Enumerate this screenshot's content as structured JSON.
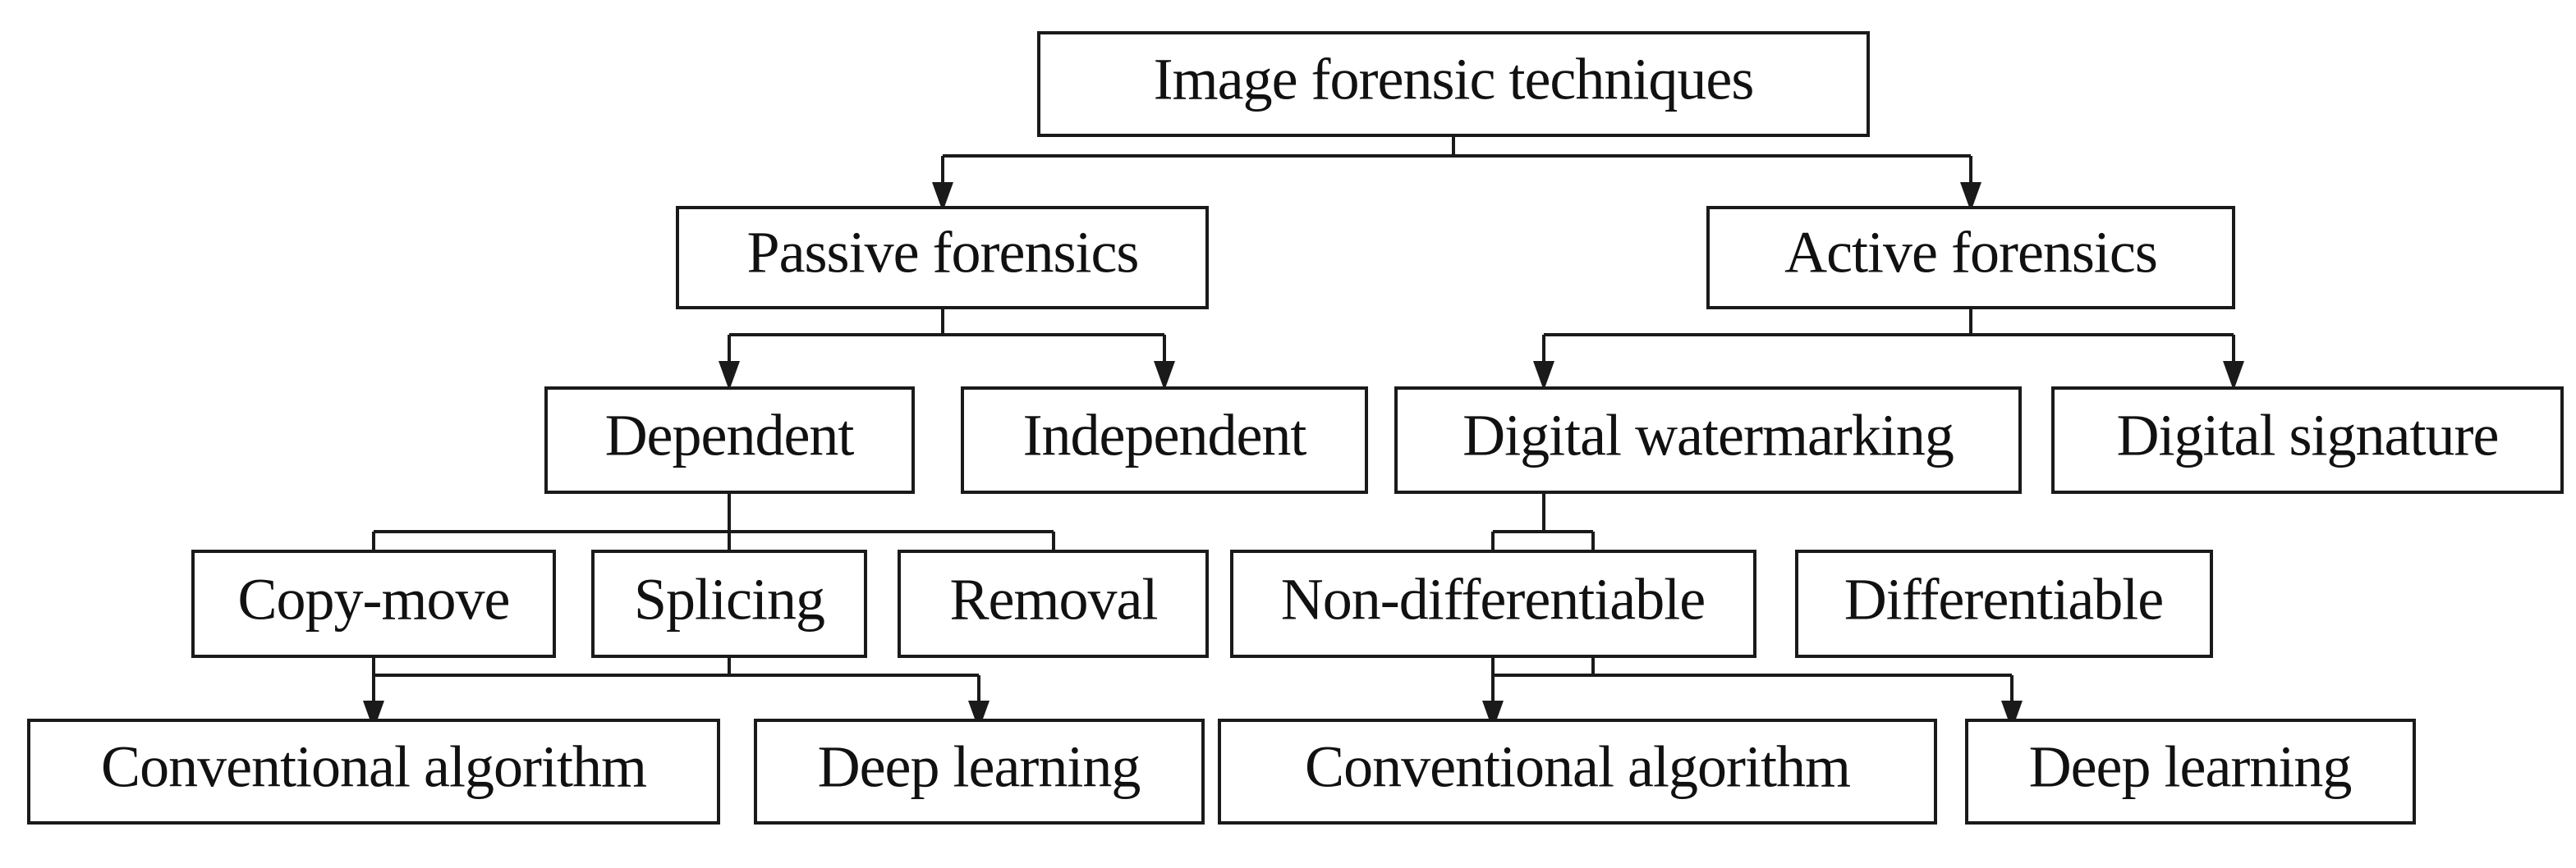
{
  "diagram": {
    "title": "Image forensic techniques",
    "type": "tree-taxonomy",
    "orientation": "top-down",
    "colors": {
      "box_fill": "#ffffff",
      "box_stroke": "#1a1a1a",
      "text": "#111111",
      "connector": "#1a1a1a",
      "background": "#ffffff"
    },
    "levels": [
      {
        "level": 1,
        "nodes": [
          {
            "id": "root",
            "label": "Image forensic techniques"
          }
        ]
      },
      {
        "level": 2,
        "nodes": [
          {
            "id": "passive",
            "label": "Passive forensics"
          },
          {
            "id": "active",
            "label": "Active forensics"
          }
        ]
      },
      {
        "level": 3,
        "nodes": [
          {
            "id": "dependent",
            "label": "Dependent"
          },
          {
            "id": "independent",
            "label": "Independent"
          },
          {
            "id": "watermarking",
            "label": "Digital watermarking"
          },
          {
            "id": "signature",
            "label": "Digital signature"
          }
        ]
      },
      {
        "level": 4,
        "nodes": [
          {
            "id": "copymove",
            "label": "Copy-move"
          },
          {
            "id": "splicing",
            "label": "Splicing"
          },
          {
            "id": "removal",
            "label": "Removal"
          },
          {
            "id": "nondiff",
            "label": "Non-differentiable"
          },
          {
            "id": "diff",
            "label": "Differentiable"
          }
        ]
      },
      {
        "level": 5,
        "nodes": [
          {
            "id": "conv_left",
            "label": "Conventional algorithm"
          },
          {
            "id": "deep_left",
            "label": "Deep learning"
          },
          {
            "id": "conv_right",
            "label": "Conventional algorithm"
          },
          {
            "id": "deep_right",
            "label": "Deep learning"
          }
        ]
      }
    ],
    "edges": [
      {
        "from": "root",
        "to": "passive"
      },
      {
        "from": "root",
        "to": "active"
      },
      {
        "from": "passive",
        "to": "dependent"
      },
      {
        "from": "passive",
        "to": "independent"
      },
      {
        "from": "active",
        "to": "watermarking"
      },
      {
        "from": "active",
        "to": "signature"
      },
      {
        "from": "dependent",
        "to": "copymove"
      },
      {
        "from": "dependent",
        "to": "splicing"
      },
      {
        "from": "dependent",
        "to": "removal"
      },
      {
        "from": "watermarking",
        "to": "nondiff"
      },
      {
        "from": "watermarking",
        "to": "diff"
      },
      {
        "from": "copymove",
        "to": "conv_left"
      },
      {
        "from": "splicing",
        "to": "deep_left"
      },
      {
        "from": "nondiff",
        "to": "conv_right"
      },
      {
        "from": "diff",
        "to": "deep_right"
      }
    ]
  },
  "nodes": {
    "root": "Image forensic techniques",
    "passive": "Passive forensics",
    "active": "Active forensics",
    "dependent": "Dependent",
    "independent": "Independent",
    "watermarking": "Digital watermarking",
    "signature": "Digital signature",
    "copymove": "Copy-move",
    "splicing": "Splicing",
    "removal": "Removal",
    "nondiff": "Non-differentiable",
    "diff": "Differentiable",
    "conv_left": "Conventional algorithm",
    "deep_left": "Deep learning",
    "conv_right": "Conventional algorithm",
    "deep_right": "Deep learning"
  }
}
